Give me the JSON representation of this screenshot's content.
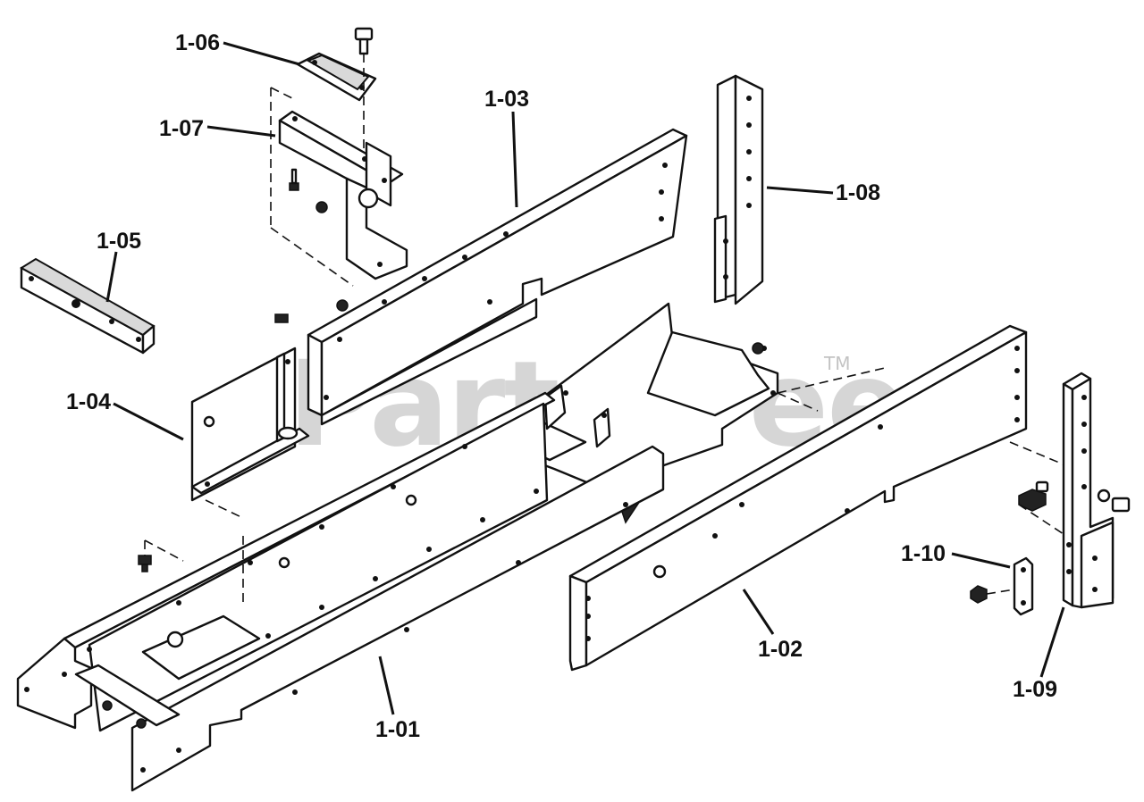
{
  "watermark": {
    "text": "PartsTree",
    "trademark": "TM"
  },
  "callouts": [
    {
      "id": "1-01",
      "label": "1-01"
    },
    {
      "id": "1-02",
      "label": "1-02"
    },
    {
      "id": "1-03",
      "label": "1-03"
    },
    {
      "id": "1-04",
      "label": "1-04"
    },
    {
      "id": "1-05",
      "label": "1-05"
    },
    {
      "id": "1-06",
      "label": "1-06"
    },
    {
      "id": "1-07",
      "label": "1-07"
    },
    {
      "id": "1-08",
      "label": "1-08"
    },
    {
      "id": "1-09",
      "label": "1-09"
    },
    {
      "id": "1-10",
      "label": "1-10"
    }
  ]
}
